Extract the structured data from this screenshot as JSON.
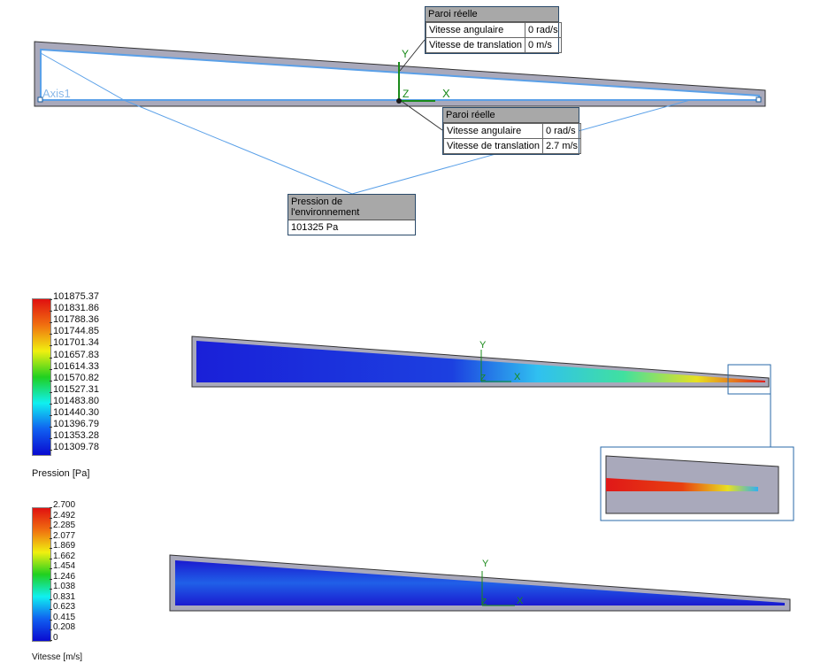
{
  "top": {
    "axis_label": "Axis1",
    "x": "X",
    "y": "Y",
    "z": "Z",
    "wall1": {
      "title": "Paroi réelle",
      "rows": [
        [
          "Vitesse angulaire",
          "0 rad/s"
        ],
        [
          "Vitesse de translation",
          "0 m/s"
        ]
      ]
    },
    "wall2": {
      "title": "Paroi réelle",
      "rows": [
        [
          "Vitesse angulaire",
          "0 rad/s"
        ],
        [
          "Vitesse de translation",
          "2.7 m/s"
        ]
      ]
    },
    "env": {
      "title": "Pression de l'environnement",
      "value": "101325 Pa"
    }
  },
  "pressure": {
    "title": "Pression [Pa]",
    "ticks": [
      "101875.37",
      "101831.86",
      "101788.36",
      "101744.85",
      "101701.34",
      "101657.83",
      "101614.33",
      "101570.82",
      "101527.31",
      "101483.80",
      "101440.30",
      "101396.79",
      "101353.28",
      "101309.78"
    ]
  },
  "velocity": {
    "title": "Vitesse [m/s]",
    "ticks": [
      "2.700",
      "2.492",
      "2.285",
      "2.077",
      "1.869",
      "1.662",
      "1.454",
      "1.246",
      "1.038",
      "0.831",
      "0.623",
      "0.415",
      "0.208",
      "0"
    ]
  },
  "axes": {
    "x": "X",
    "y": "Y",
    "z": "Z"
  }
}
